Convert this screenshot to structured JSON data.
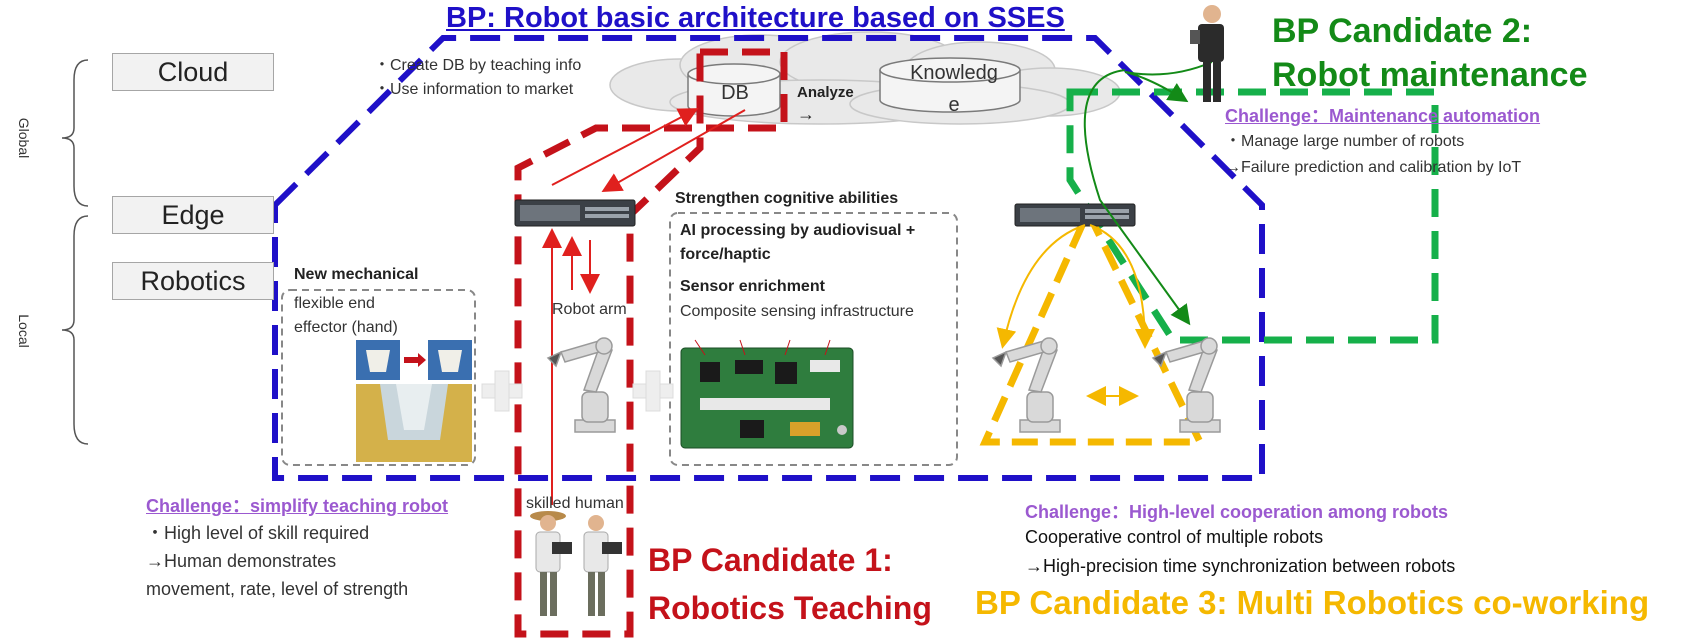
{
  "title_main": "BP: Robot basic architecture based on SSES",
  "tiers": {
    "cloud": "Cloud",
    "edge": "Edge",
    "robotics": "Robotics"
  },
  "scopes": {
    "global": "Global",
    "local": "Local"
  },
  "cloud_notes": [
    "・Create DB by teaching info",
    "・Use information to market"
  ],
  "db_label": "DB",
  "analyze_label": "Analyze",
  "analyze_arrow": "→",
  "knowledge_label_1": "Knowledg",
  "knowledge_label_2": "e",
  "bp2": {
    "title_line1": "BP Candidate 2:",
    "title_line2": "Robot maintenance",
    "challenge": "Challenge：Maintenance automation",
    "line1": "・Manage large number of robots",
    "line2": "→Failure prediction and calibration by IoT"
  },
  "strengthen": "Strengthen cognitive abilities",
  "panel_ai": {
    "ai_line1": "AI processing by audiovisual +",
    "ai_line2": "force/haptic",
    "sensor_title": "Sensor enrichment",
    "sensor_text": "Composite sensing infrastructure"
  },
  "mech": {
    "title": "New mechanical",
    "line1": "flexible end",
    "line2": "effector (hand)"
  },
  "robot_arm_label": "Robot arm",
  "skilled_human_label": "skilled human",
  "bp1": {
    "title_line1": "BP Candidate 1:",
    "title_line2": "Robotics Teaching",
    "challenge": "Challenge：simplify teaching robot",
    "line1": "・High level of skill required",
    "line2": "→Human demonstrates",
    "line3": "movement, rate, level of strength"
  },
  "bp3": {
    "title": "BP Candidate 3: Multi Robotics co-working",
    "challenge": "Challenge：High-level cooperation among robots",
    "line1": "Cooperative control of multiple robots",
    "line2": "→High-precision time synchronization between robots"
  },
  "colors": {
    "blue": "#1f10c8",
    "red": "#c4121a",
    "green": "#16b04a",
    "dark_green": "#138a17",
    "yellow": "#f5b800",
    "purple": "#9b59d0"
  },
  "icons": [
    "server-icon",
    "robot-arm-icon",
    "circuit-board-icon",
    "worker-icon",
    "businessman-icon",
    "cloud-icon",
    "database-icon",
    "gripper-photo"
  ]
}
